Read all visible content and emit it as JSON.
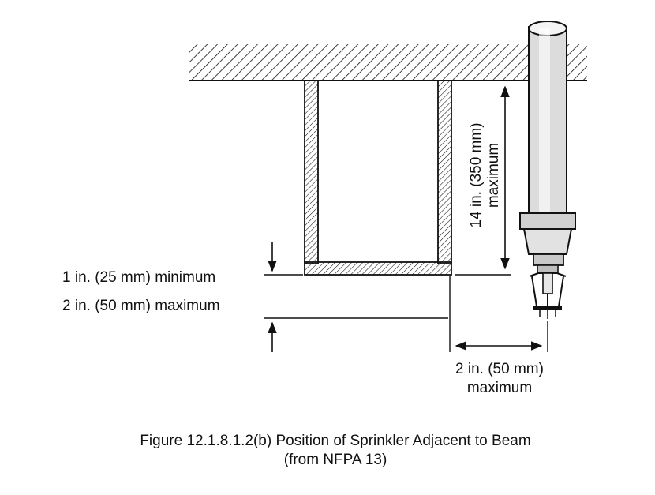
{
  "figure": {
    "labels": {
      "beam_depth_top": "14 in. (350 mm)",
      "beam_depth_bottom": "maximum",
      "deflector_min": "1 in. (25 mm) minimum",
      "deflector_max": "2 in. (50 mm) maximum",
      "horizontal_top": "2 in. (50 mm)",
      "horizontal_bottom": "maximum"
    },
    "caption": {
      "line1": "Figure 12.1.8.1.2(b) Position of Sprinkler Adjacent to Beam",
      "line2": "(from NFPA 13)"
    },
    "colors": {
      "ink": "#111111",
      "pipe_fill": "#dcdcdc",
      "background": "#ffffff"
    }
  }
}
